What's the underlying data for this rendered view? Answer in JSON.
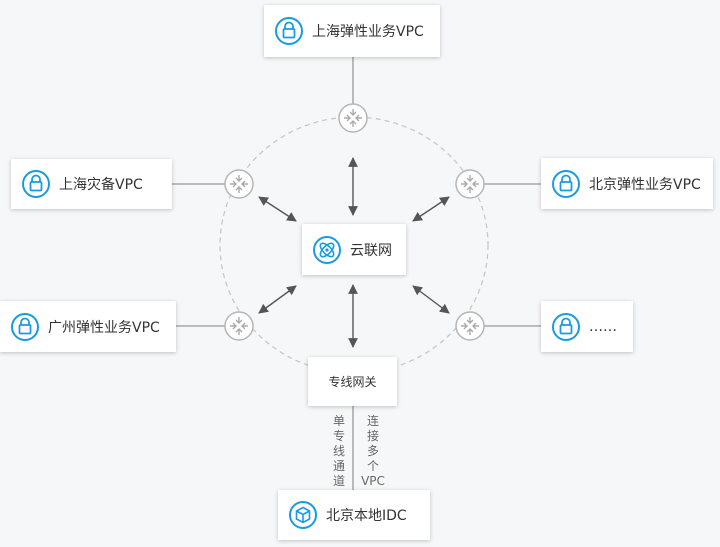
{
  "nodes": {
    "sh_business_vpc": "上海弹性业务VPC",
    "sh_backup_vpc": "上海灾备VPC",
    "bj_business_vpc": "北京弹性业务VPC",
    "gz_business_vpc": "广州弹性业务VPC",
    "more_vpc": "……",
    "ccn": "云联网",
    "dc_gateway": "专线网关",
    "bj_idc": "北京本地IDC"
  },
  "link_labels": {
    "single_channel": [
      "单",
      "专",
      "线",
      "通",
      "道"
    ],
    "multi_vpc": [
      "连",
      "接",
      "多",
      "个",
      "VPC"
    ]
  },
  "colors": {
    "accent": "#1a9be0",
    "line": "#999999",
    "dashed_circle": "#c8c8c8",
    "router": "#b5b5b5"
  },
  "icons": {
    "vpc": "lock-icon",
    "ccn": "network-atom-icon",
    "idc": "cube-icon",
    "router": "router-icon"
  }
}
